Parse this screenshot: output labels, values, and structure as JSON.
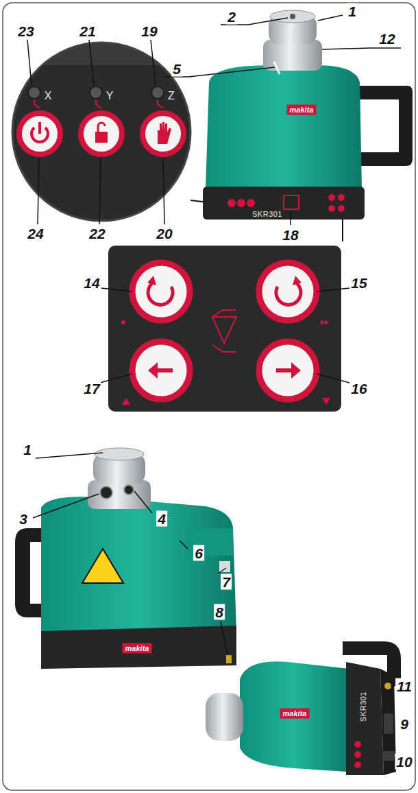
{
  "diagram": {
    "labels": [
      "23",
      "21",
      "19",
      "X",
      "Y",
      "Z",
      "24",
      "22",
      "20",
      "2",
      "1",
      "12",
      "5",
      "18",
      "SKR301",
      "makita",
      "14",
      "15",
      "17",
      "16",
      "1",
      "3",
      "4",
      "6",
      "7",
      "8",
      "makita",
      "11",
      "9",
      "10",
      "SKR301",
      "makita"
    ]
  }
}
